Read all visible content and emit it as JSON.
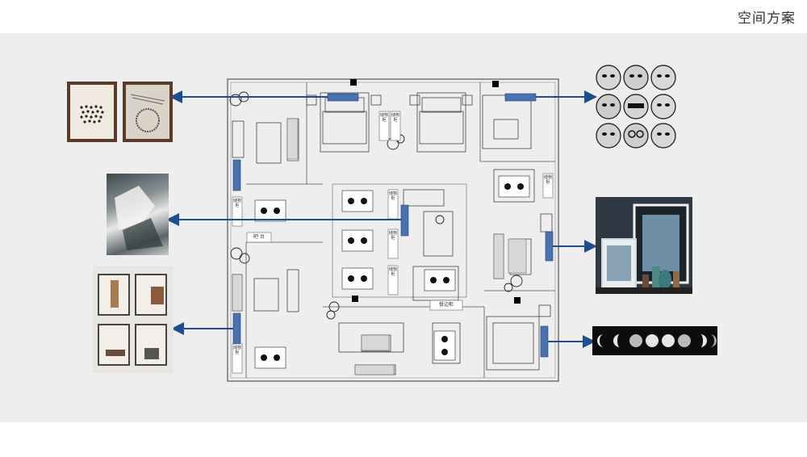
{
  "header": {
    "title": "空间方案"
  },
  "plan": {
    "labels": {
      "cabinet_1": "储物柜",
      "cabinet_2": "储物柜",
      "cabinet_3": "储物柜",
      "cabinet_4": "储物柜",
      "cabinet_5": "储物柜",
      "cabinet_6": "储物柜",
      "cabinet_7": "储物柜",
      "cabinet_8": "储物柜",
      "side_counter": "餐边柜",
      "bar": "吧 台"
    }
  },
  "colors": {
    "accent": "#4a72b0",
    "arrow": "#1f4e8c",
    "band": "#eeeeee",
    "plan_line": "#555555"
  },
  "references": [
    {
      "name": "framed-prints-pair",
      "target": "upper-left-wall"
    },
    {
      "name": "abstract-painting",
      "target": "central-wall"
    },
    {
      "name": "photo-grid",
      "target": "lower-left-wall"
    },
    {
      "name": "face-plates",
      "target": "upper-right-wall"
    },
    {
      "name": "still-life-art",
      "target": "right-wall"
    },
    {
      "name": "moon-phases",
      "target": "lower-right-wall"
    }
  ]
}
